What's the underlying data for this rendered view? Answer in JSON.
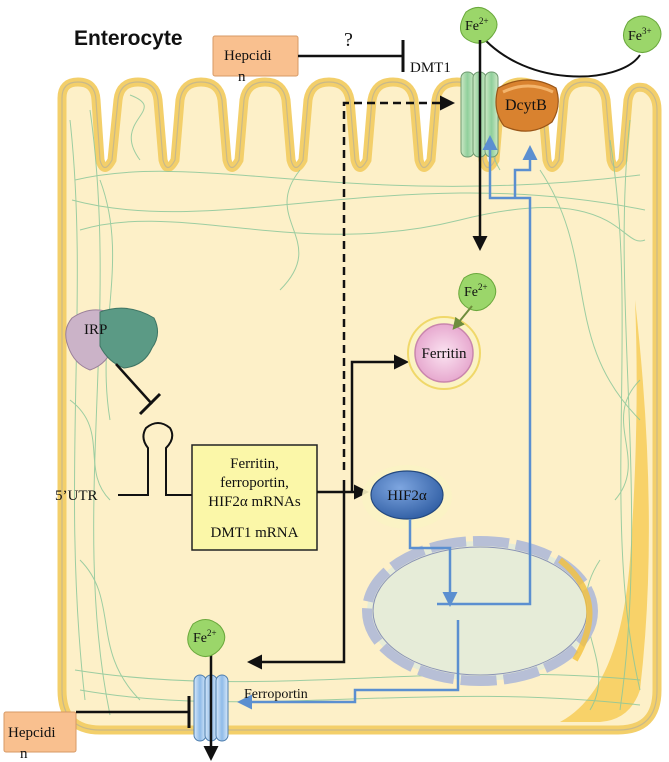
{
  "title": "Enterocyte",
  "hepcidin_top": {
    "line1": "Hepcidi",
    "line2": "n"
  },
  "hepcidin_bottom": {
    "line1": "Hepcidi",
    "line2": "n"
  },
  "question_mark": "?",
  "dmt1_label": "DMT1",
  "dcytb_label": "DcytB",
  "fe2_top": {
    "base": "Fe",
    "sup": "2+"
  },
  "fe3_top": {
    "base": "Fe",
    "sup": "3+"
  },
  "fe2_ferritin": {
    "base": "Fe",
    "sup": "2+"
  },
  "fe2_bottom": {
    "base": "Fe",
    "sup": "2+"
  },
  "irp_label": "IRP",
  "ferritin_label": "Ferritin",
  "utr_label": "5’UTR",
  "mrna_box": {
    "line1": "Ferritin,",
    "line2": "ferroportin,",
    "line3": "HIF2α mRNAs",
    "line4": "DMT1 mRNA"
  },
  "hif2a_label": "HIF2α",
  "ferroportin_label": "Ferroportin",
  "colors": {
    "cell_fill": "#fdf0c8",
    "membrane": "#f3cf6a",
    "fiber": "#8cc79b",
    "fe_green": "#9bd66a",
    "dcytb": "#d9822f",
    "hif_blue": "#3f6fb6",
    "signal_blue": "#5b8fd0",
    "hepcidin": "#f9c08f"
  }
}
